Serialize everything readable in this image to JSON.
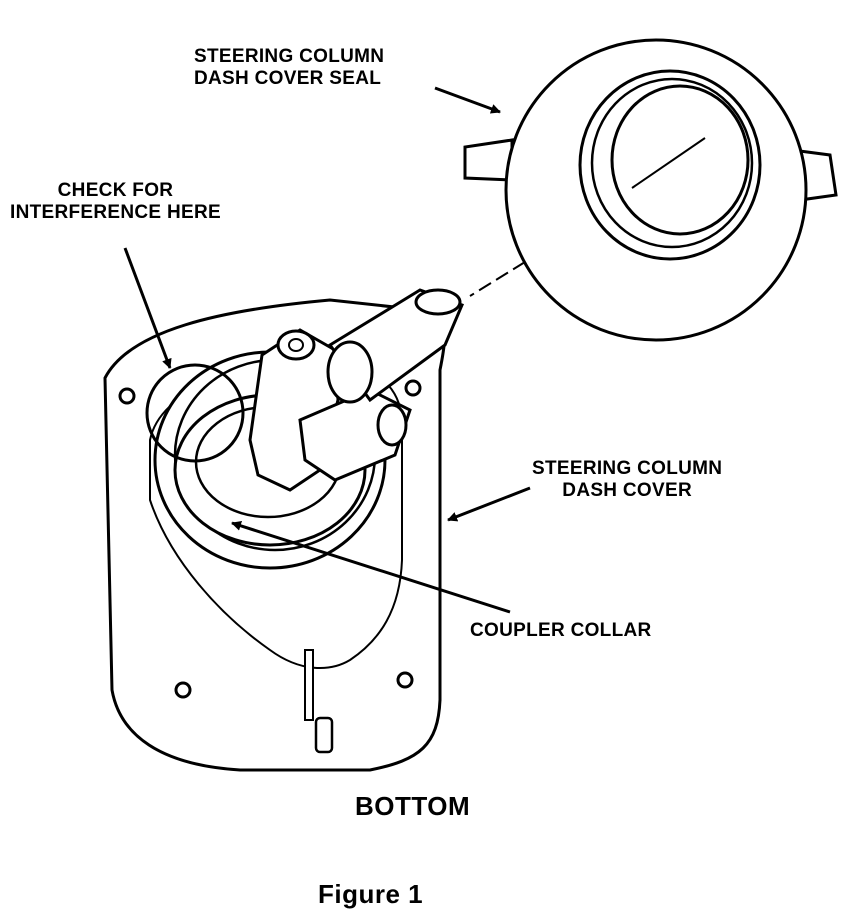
{
  "labels": {
    "seal_line1": "STEERING COLUMN",
    "seal_line2": "DASH COVER SEAL",
    "check_line1": "CHECK FOR",
    "check_line2": "INTERFERENCE HERE",
    "cover_line1": "STEERING COLUMN",
    "cover_line2": "DASH COVER",
    "coupler": "COUPLER COLLAR",
    "view": "BOTTOM"
  },
  "caption": "Figure 1"
}
